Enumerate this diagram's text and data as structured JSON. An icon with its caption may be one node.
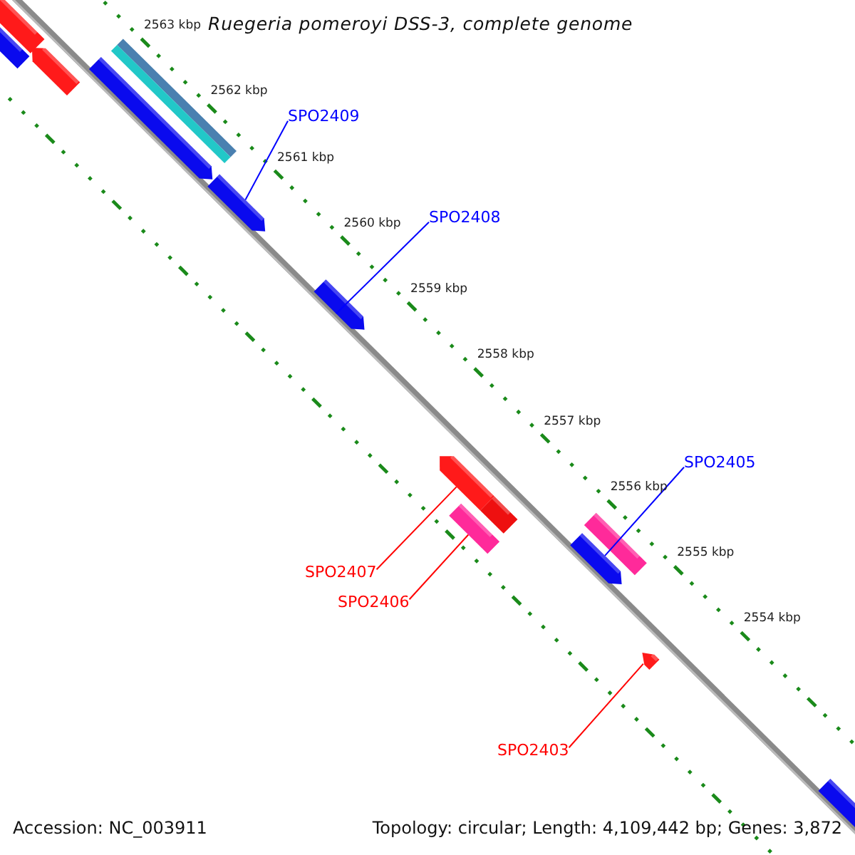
{
  "diagram": {
    "title": "Ruegeria pomeroyi DSS-3, complete genome",
    "nodes": [
      {
        "text": [
          "SPO2409"
        ]
      },
      {
        "text": [
          "SPO2408"
        ]
      },
      {
        "text": [
          "SPO2405"
        ]
      },
      {
        "text": [
          "SPO2407"
        ]
      },
      {
        "text": [
          "SPO2406"
        ]
      },
      {
        "text": [
          "SPO2403"
        ]
      },
      {
        "text": [],
        "shape": "box"
      },
      {
        "text": [],
        "shape": "box"
      },
      {
        "text": [],
        "shape": "arrow"
      },
      {
        "text": [],
        "shape": "arrow"
      },
      {
        "text": [],
        "shape": "bar"
      },
      {
        "text": [],
        "shape": "arrow"
      },
      {
        "text": [],
        "shape": "arrow"
      },
      {
        "text": [],
        "shape": "arrow"
      },
      {
        "text": [],
        "shape": "box"
      },
      {
        "text": [],
        "shape": "box"
      },
      {
        "text": [],
        "shape": "arrow"
      },
      {
        "text": [],
        "shape": "box"
      },
      {
        "text": [],
        "shape": "arrow"
      },
      {
        "text": [],
        "shape": "box"
      }
    ],
    "edges": [
      {
        "from": 0,
        "to": 11,
        "arrow": "none"
      },
      {
        "from": 1,
        "to": 12,
        "arrow": "none"
      },
      {
        "from": 2,
        "to": 16,
        "arrow": "none"
      },
      {
        "from": 3,
        "to": 13,
        "arrow": "none",
        "color": "#ff0000"
      },
      {
        "from": 4,
        "to": 15,
        "arrow": "none",
        "color": "#ff0000"
      },
      {
        "from": 5,
        "to": 18,
        "arrow": "none",
        "color": "#ff0000"
      }
    ],
    "labels": [
      "2563 kbp",
      "2562 kbp",
      "2561 kbp",
      "2560 kbp",
      "2559 kbp",
      "2558 kbp",
      "2557 kbp",
      "2556 kbp",
      "2555 kbp",
      "2554 kbp",
      "Accession: NC_003911",
      "Topology: circular; Length: 4,109,442 bp; Genes: 3,872"
    ]
  }
}
